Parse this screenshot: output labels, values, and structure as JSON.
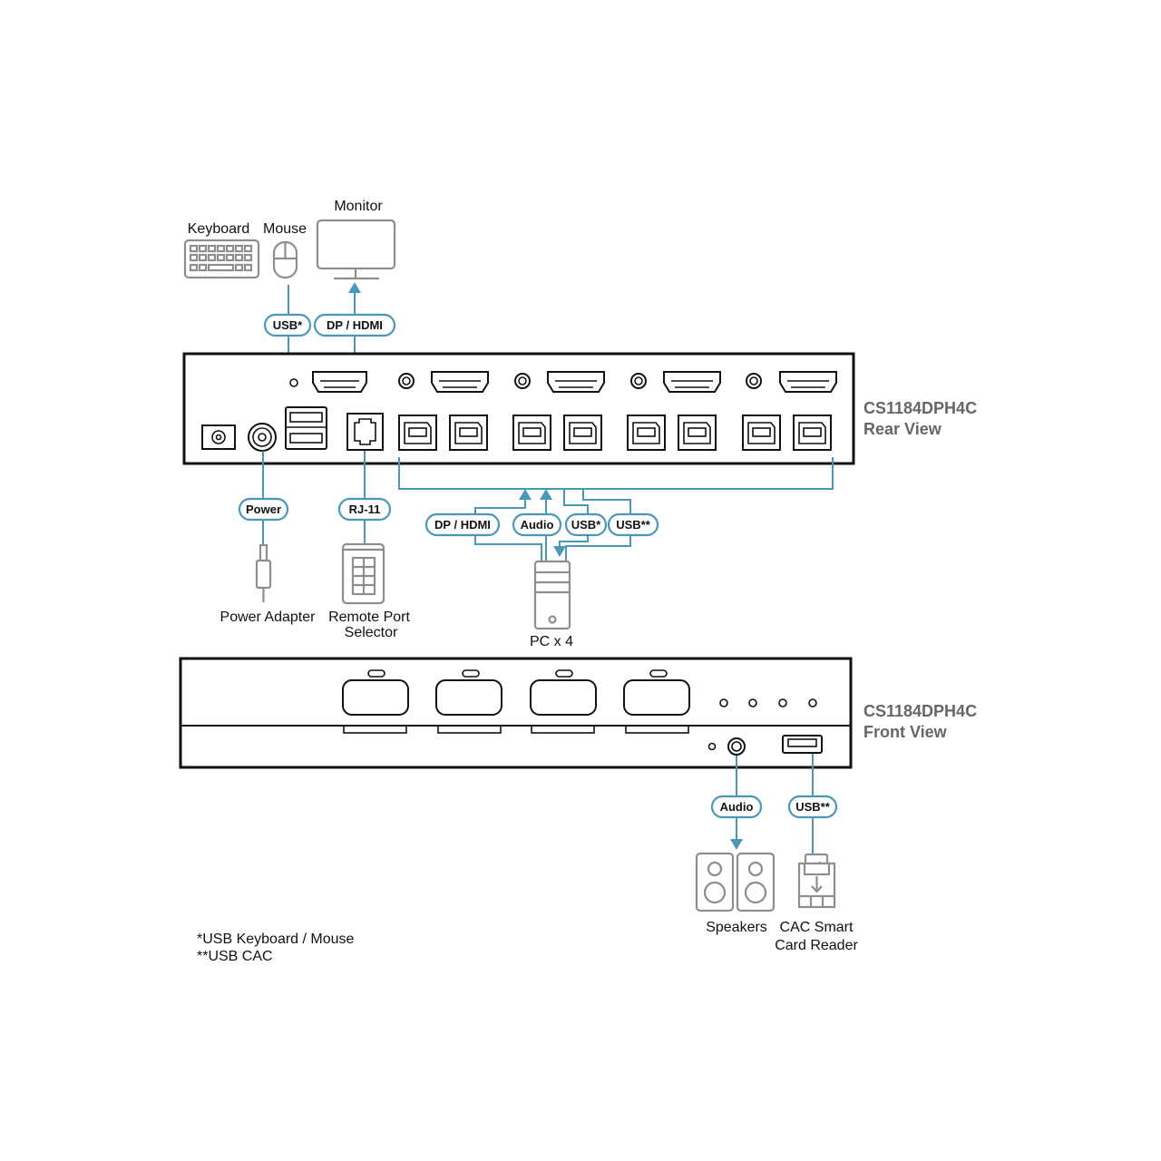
{
  "colors": {
    "connector": "#4a97b8",
    "device_outline": "#8e8e8e",
    "chassis": "#111111",
    "title_gray": "#666666"
  },
  "devices": {
    "keyboard": "Keyboard",
    "mouse": "Mouse",
    "monitor": "Monitor",
    "power_adapter": "Power Adapter",
    "remote_port_selector_line1": "Remote Port",
    "remote_port_selector_line2": "Selector",
    "pc": "PC x 4",
    "speakers": "Speakers",
    "cac_reader_line1": "CAC Smart",
    "cac_reader_line2": "Card Reader"
  },
  "connections": {
    "kbd_mouse_usb": "USB*",
    "monitor_video": "DP / HDMI",
    "power": "Power",
    "rj11": "RJ-11",
    "pc_video": "DP / HDMI",
    "pc_audio": "Audio",
    "pc_usb": "USB*",
    "pc_usb_cac": "USB**",
    "front_audio": "Audio",
    "front_usb_cac": "USB**"
  },
  "views": {
    "rear_model": "CS1184DPH4C",
    "rear_label": "Rear View",
    "front_model": "CS1184DPH4C",
    "front_label": "Front View"
  },
  "footnotes": [
    "*USB Keyboard / Mouse",
    "**USB CAC"
  ],
  "icons": [
    "keyboard-icon",
    "mouse-icon",
    "monitor-icon",
    "power-adapter-icon",
    "remote-port-selector-icon",
    "pc-tower-icon",
    "speakers-icon",
    "cac-card-reader-icon",
    "hdmi-port-icon",
    "usb-b-port-icon",
    "usb-a-port-icon",
    "audio-jack-icon",
    "rj11-port-icon",
    "dc-power-jack-icon",
    "led-indicator-icon",
    "port-button-icon"
  ]
}
